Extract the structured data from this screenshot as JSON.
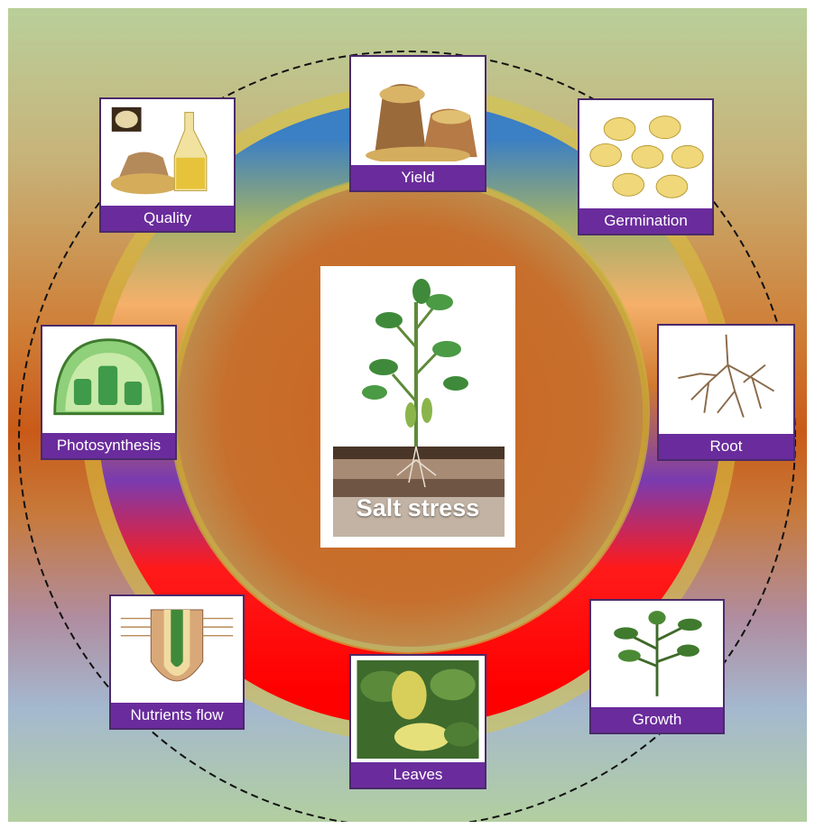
{
  "center": {
    "label": "Salt stress"
  },
  "items": [
    {
      "label": "Yield"
    },
    {
      "label": "Germination"
    },
    {
      "label": "Root"
    },
    {
      "label": "Growth"
    },
    {
      "label": "Leaves"
    },
    {
      "label": "Nutrients flow"
    },
    {
      "label": "Photosynthesis"
    },
    {
      "label": "Quality"
    }
  ],
  "colors": {
    "label_bg": "#6a2c9c",
    "card_border": "#4a2a6a",
    "ring_bottom": "#ff0000",
    "ring_top": "#3b7fc4",
    "dashed_circle": "#111111"
  }
}
